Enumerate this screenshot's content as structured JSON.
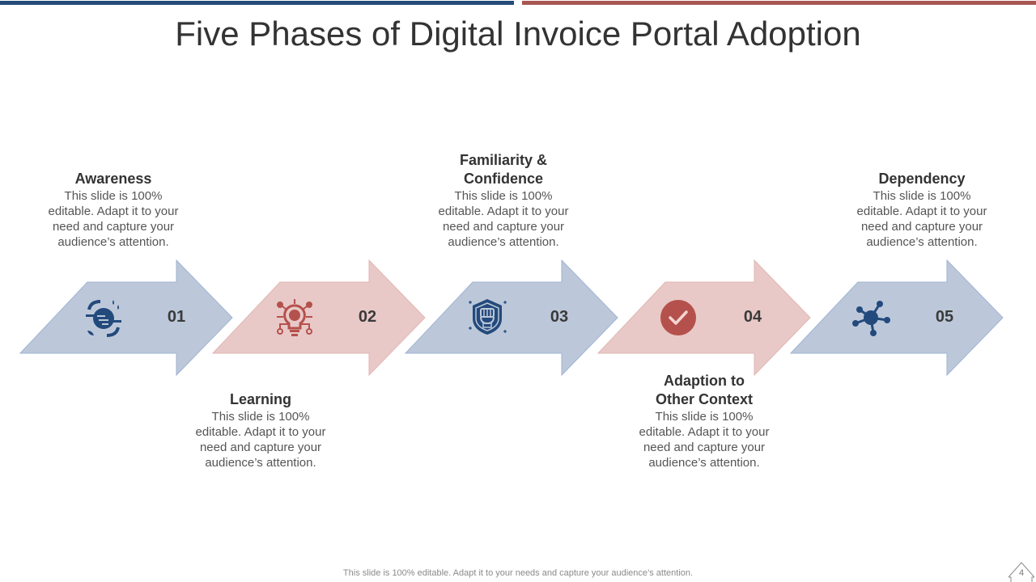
{
  "slide": {
    "title": "Five Phases of Digital Invoice Portal Adoption",
    "footer": "This slide is 100% editable. Adapt it to your needs and capture your audience’s attention.",
    "page_number": "4"
  },
  "colors": {
    "blue_bar": "#254c78",
    "red_bar": "#a85753",
    "blue_arrow": "#bcc8da",
    "red_arrow": "#e8c9c7",
    "blue_icon": "#234a7c",
    "red_icon": "#b5514c"
  },
  "phases": [
    {
      "number": "01",
      "title_line1": "Awareness",
      "title_line2": "",
      "icon": "globe-ecology-icon",
      "desc": [
        "This slide is 100%",
        "editable. Adapt it to your",
        "need and capture your",
        "audience’s attention."
      ]
    },
    {
      "number": "02",
      "title_line1": "Learning",
      "title_line2": "",
      "icon": "lightbulb-brain-icon",
      "desc": [
        "This slide is 100%",
        "editable. Adapt it to your",
        "need and capture your",
        "audience’s attention."
      ]
    },
    {
      "number": "03",
      "title_line1": "Familiarity &",
      "title_line2": "Confidence",
      "icon": "fist-shield-icon",
      "desc": [
        "This slide is 100%",
        "editable. Adapt it to your",
        "need and capture your",
        "audience’s attention."
      ]
    },
    {
      "number": "04",
      "title_line1": "Adaption to",
      "title_line2": "Other Context",
      "icon": "checkmark-circle-icon",
      "desc": [
        "This slide is 100%",
        "editable. Adapt it to your",
        "need and capture your",
        "audience’s attention."
      ]
    },
    {
      "number": "05",
      "title_line1": "Dependency",
      "title_line2": "",
      "icon": "network-hub-icon",
      "desc": [
        "This slide is 100%",
        "editable. Adapt it to your",
        "need and capture your",
        "audience’s attention."
      ]
    }
  ]
}
